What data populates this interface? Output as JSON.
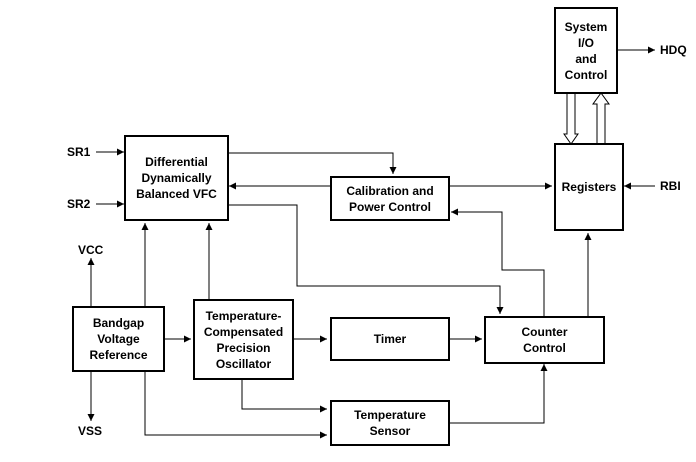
{
  "blocks": {
    "system_io": "System\nI/O\nand\nControl",
    "vfc": "Differential\nDynamically\nBalanced VFC",
    "calibration": "Calibration and\nPower Control",
    "registers": "Registers",
    "bandgap": "Bandgap\nVoltage\nReference",
    "oscillator": "Temperature-\nCompensated\nPrecision\nOscillator",
    "timer": "Timer",
    "counter": "Counter\nControl",
    "sensor": "Temperature\nSensor"
  },
  "signals": {
    "hdq": "HDQ",
    "sr1": "SR1",
    "sr2": "SR2",
    "rbi": "RBI",
    "vcc": "VCC",
    "vss": "VSS"
  }
}
